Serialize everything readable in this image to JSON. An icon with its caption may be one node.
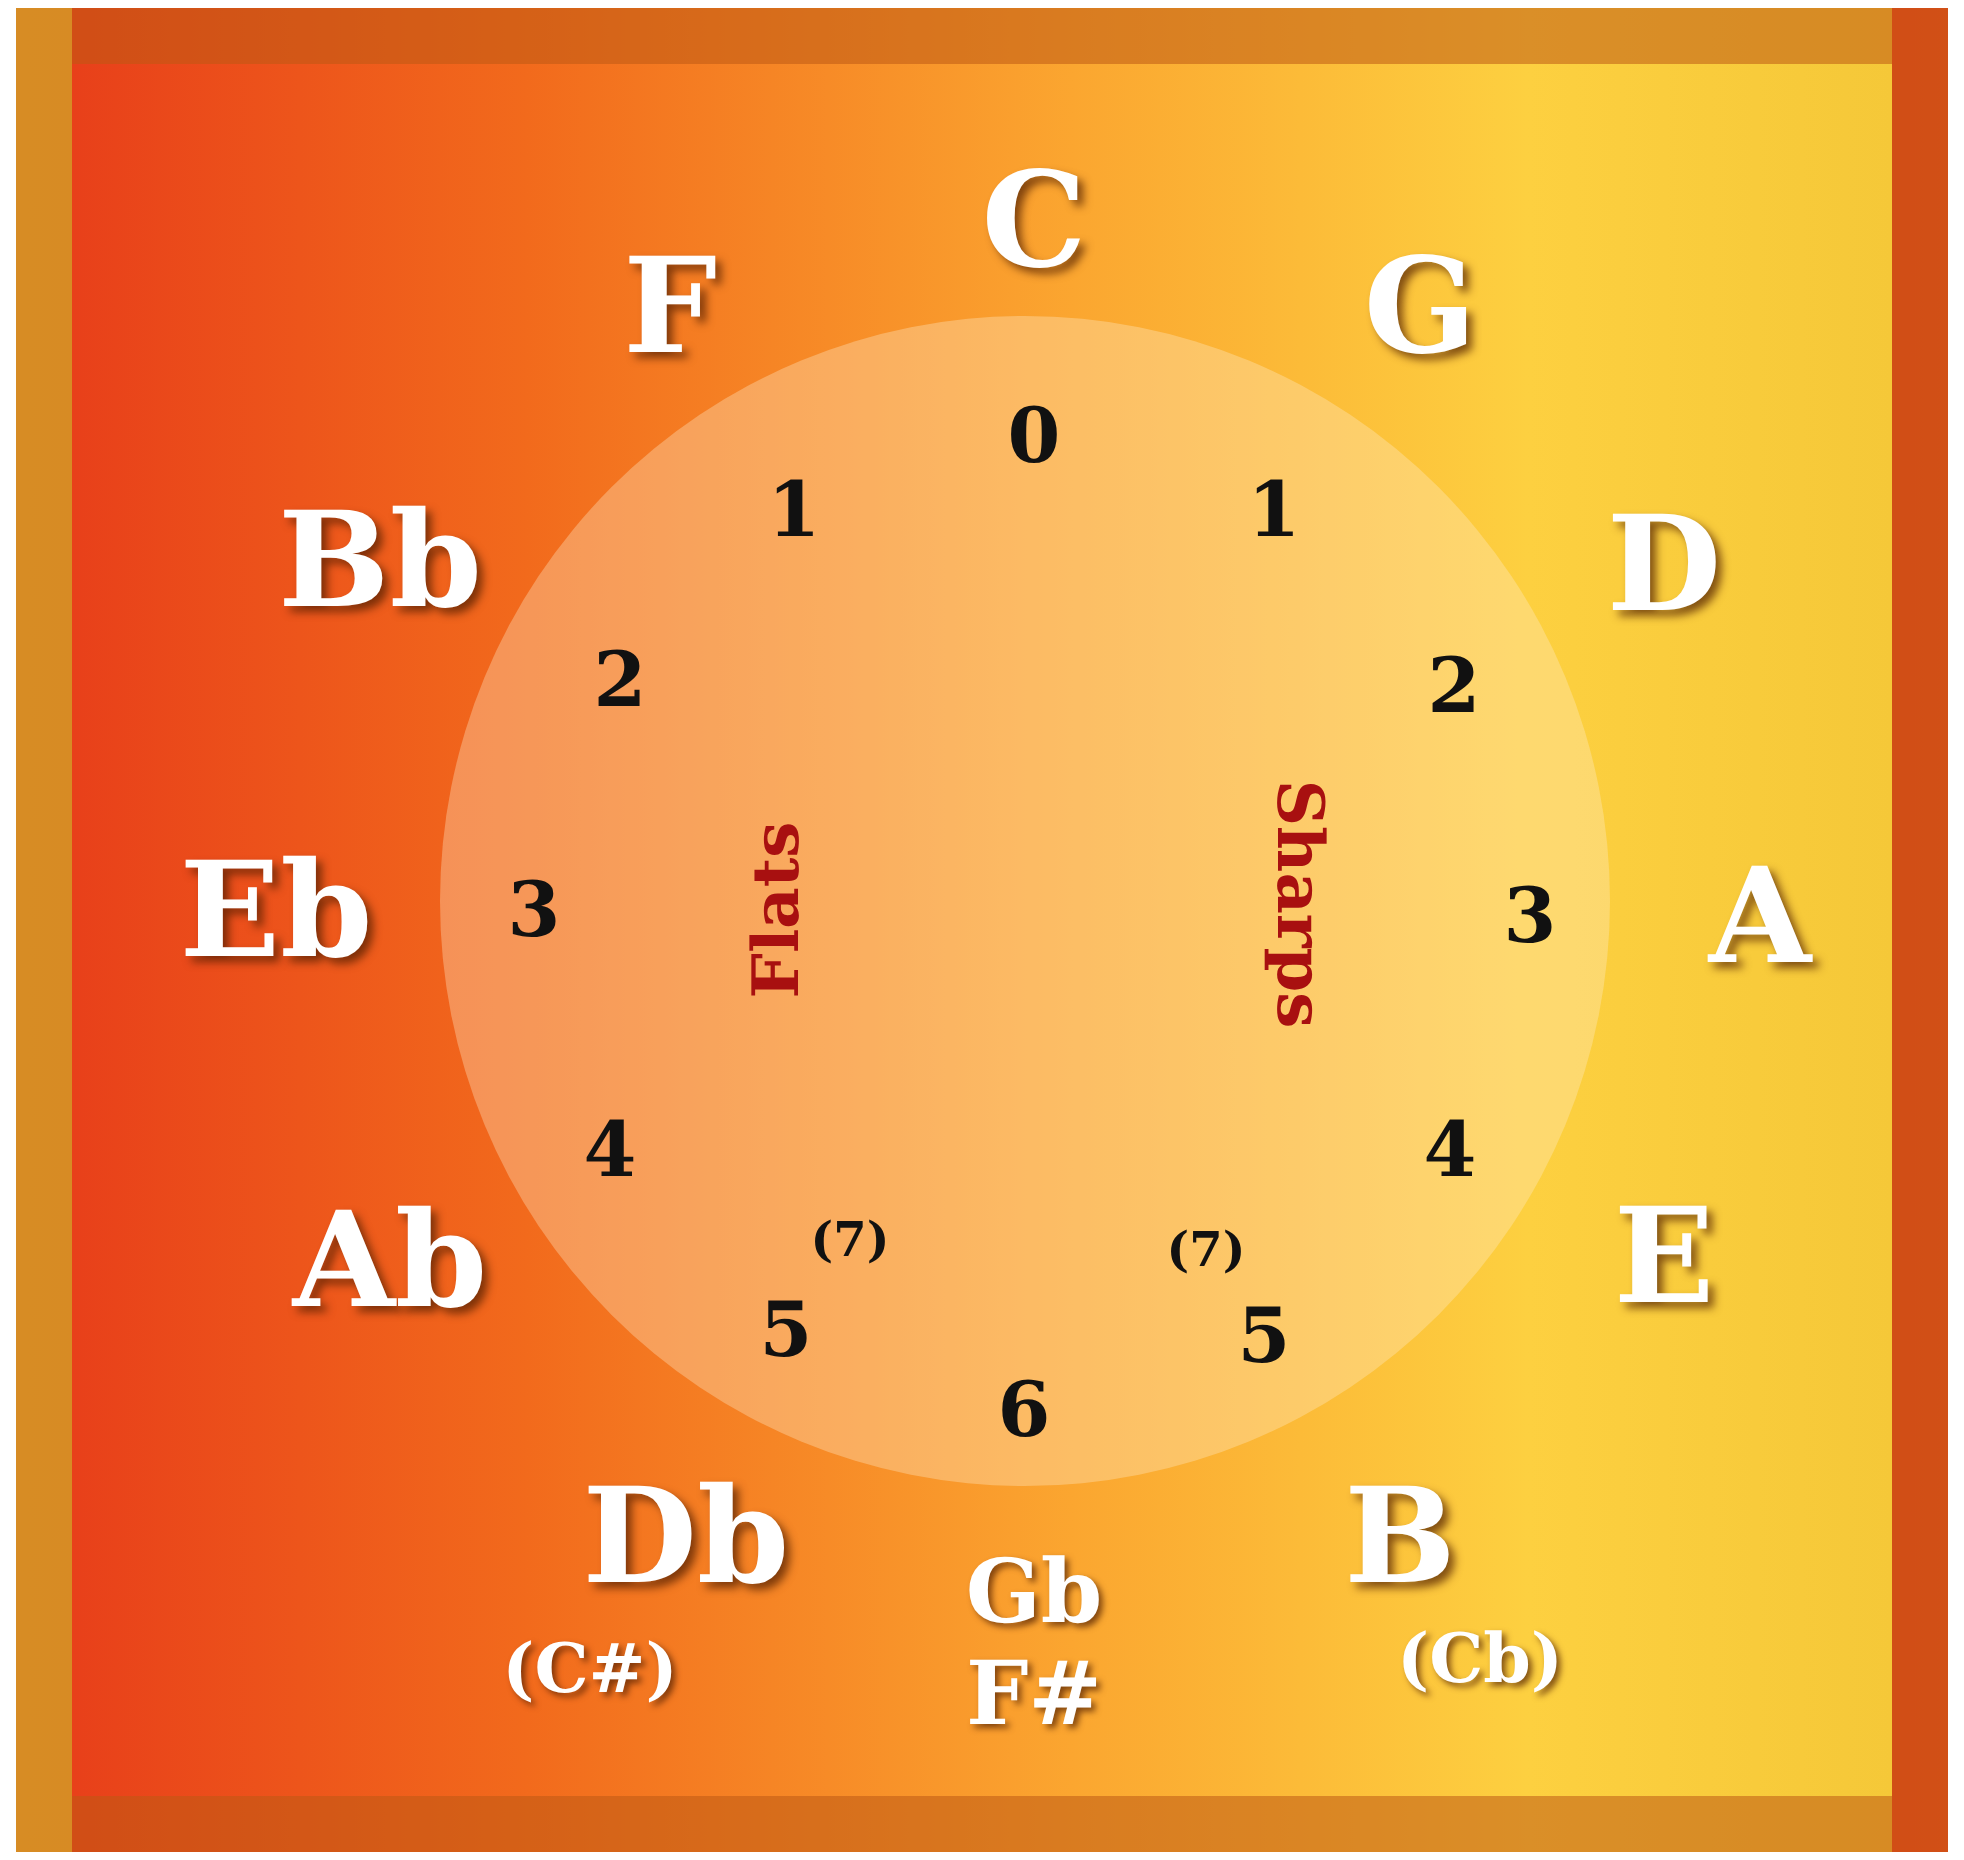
{
  "diagram": {
    "nodes": [
      {
        "text": [
          "0",
          "1",
          "1",
          "2",
          "2",
          "Flats",
          "3",
          "3",
          "Sharps",
          "4",
          "4",
          "(7)",
          "(7)",
          "5",
          "5",
          "6"
        ]
      }
    ],
    "labels": [
      "C",
      "F",
      "G",
      "Bb",
      "D",
      "Eb",
      "A",
      "Ab",
      "E",
      "Db",
      "Gb",
      "B",
      "(C#)",
      "F#",
      "(Cb)"
    ]
  }
}
